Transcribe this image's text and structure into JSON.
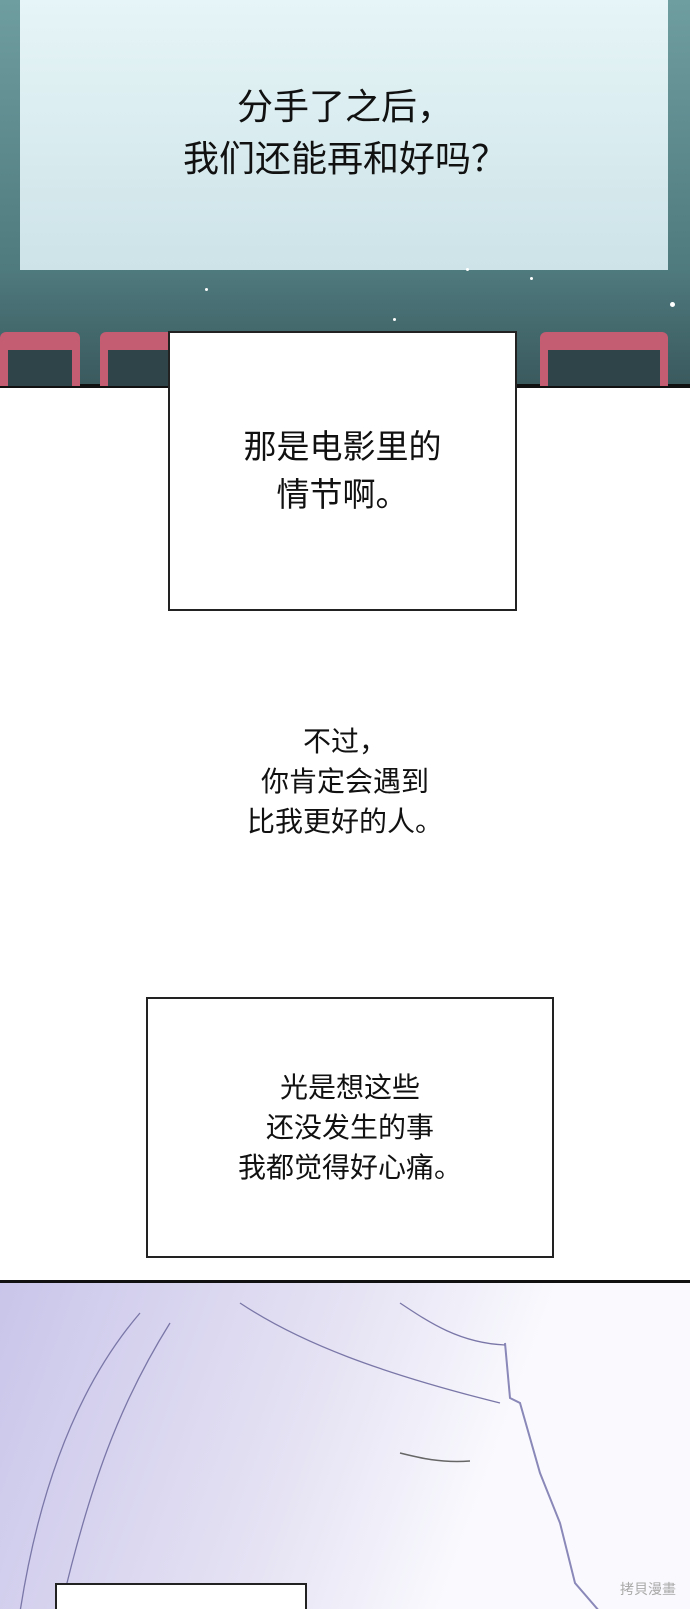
{
  "panel1": {
    "caption": "分手了之后，\n我们还能再和好吗？"
  },
  "box1": {
    "text": "那是电影里的\n情节啊。"
  },
  "narration": {
    "text": "不过，\n你肯定会遇到\n比我更好的人。"
  },
  "box2": {
    "text": "光是想这些\n还没发生的事\n我都觉得好心痛。"
  },
  "watermark": "拷貝漫畫"
}
